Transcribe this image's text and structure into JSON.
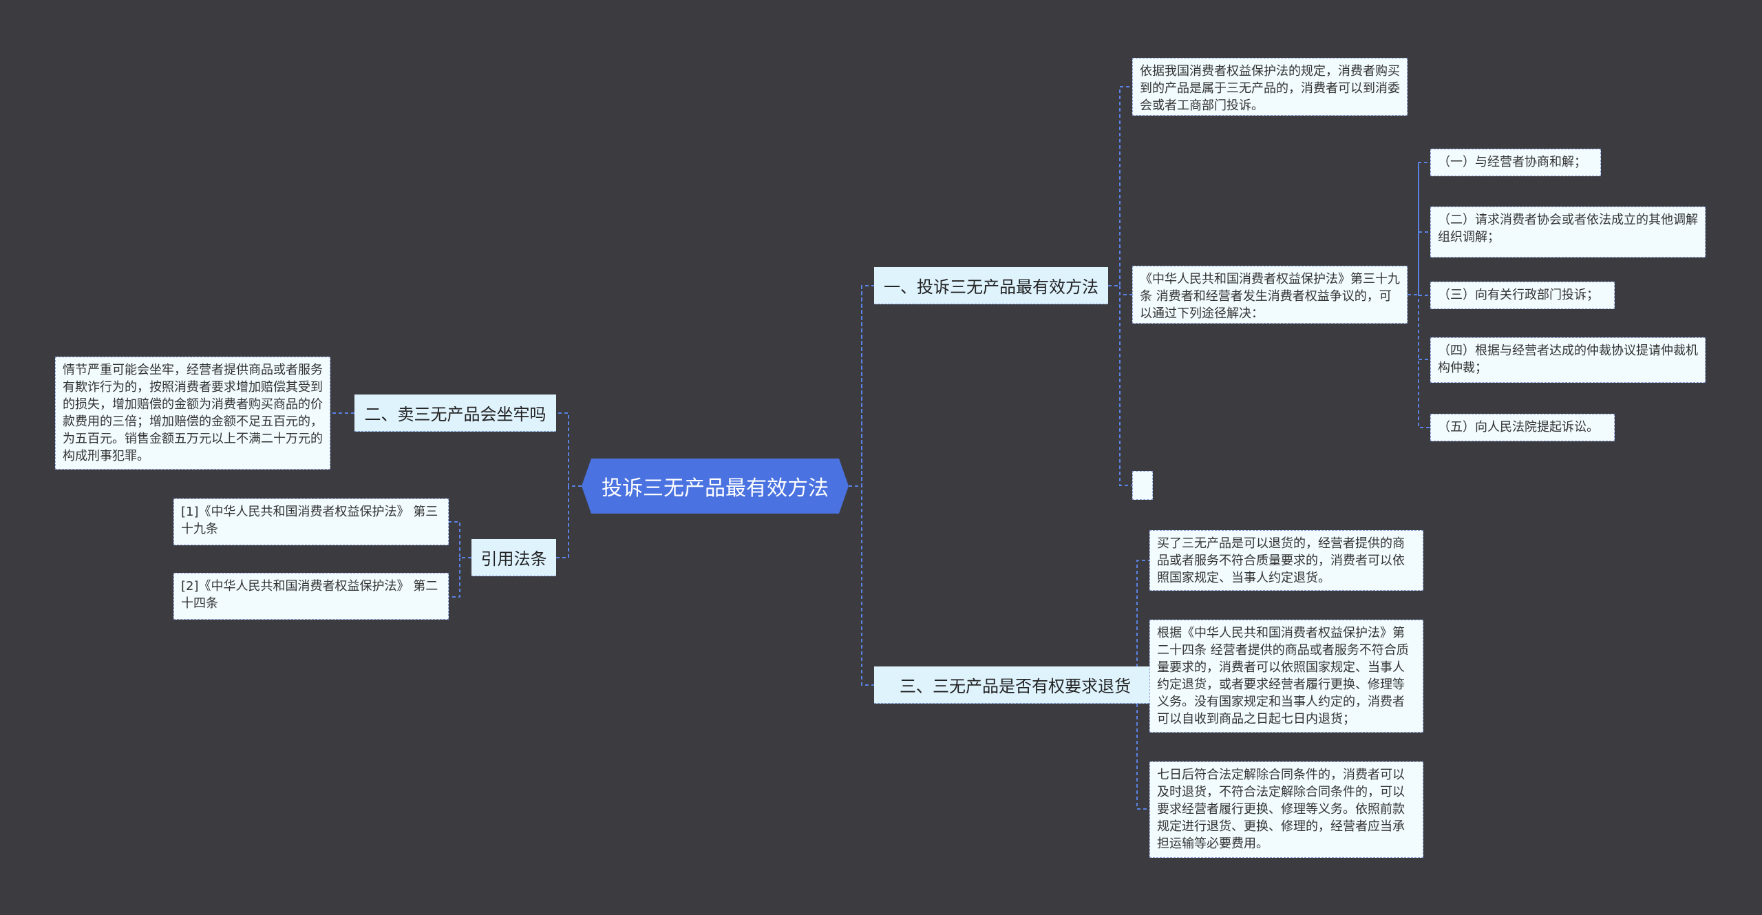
{
  "root": {
    "label": "投诉三无产品最有效方法"
  },
  "branch1": {
    "label": "一、投诉三无产品最有效方法",
    "leaf1": "依据我国消费者权益保护法的规定，消费者购买到的产品是属于三无产品的，消费者可以到消委会或者工商部门投诉。",
    "leaf2": "《中华人民共和国消费者权益保护法》第三十九条 消费者和经营者发生消费者权益争议的，可以通过下列途径解决：",
    "sub": [
      "（一）与经营者协商和解；",
      "（二）请求消费者协会或者依法成立的其他调解组织调解；",
      "（三）向有关行政部门投诉；",
      "（四）根据与经营者达成的仲裁协议提请仲裁机构仲裁；",
      "（五）向人民法院提起诉讼。"
    ]
  },
  "branch2": {
    "label": "二、卖三无产品会坐牢吗",
    "leaf": "情节严重可能会坐牢，经营者提供商品或者服务有欺诈行为的，按照消费者要求增加赔偿其受到的损失，增加赔偿的金额为消费者购买商品的价款费用的三倍；增加赔偿的金额不足五百元的，为五百元。销售金额五万元以上不满二十万元的构成刑事犯罪。"
  },
  "branch3": {
    "label": "引用法条",
    "leaf1": "[1]《中华人民共和国消费者权益保护法》 第三十九条",
    "leaf2": "[2]《中华人民共和国消费者权益保护法》 第二十四条"
  },
  "branch4": {
    "label": "三、三无产品是否有权要求退货",
    "leaf1": "买了三无产品是可以退货的，经营者提供的商品或者服务不符合质量要求的，消费者可以依照国家规定、当事人约定退货。",
    "leaf2": "根据《中华人民共和国消费者权益保护法》第二十四条 经营者提供的商品或者服务不符合质量要求的，消费者可以依照国家规定、当事人约定退货，或者要求经营者履行更换、修理等义务。没有国家规定和当事人约定的，消费者可以自收到商品之日起七日内退货；",
    "leaf3": "七日后符合法定解除合同条件的，消费者可以及时退货，不符合法定解除合同条件的，可以要求经营者履行更换、修理等义务。依照前款规定进行退货、更换、修理的，经营者应当承担运输等必要费用。"
  },
  "colors": {
    "background": "#3c3b3f",
    "root": "#4a72e0",
    "branch": "#dff3fd",
    "leaf": "#f2fbfe",
    "connector": "#5b82e6"
  }
}
